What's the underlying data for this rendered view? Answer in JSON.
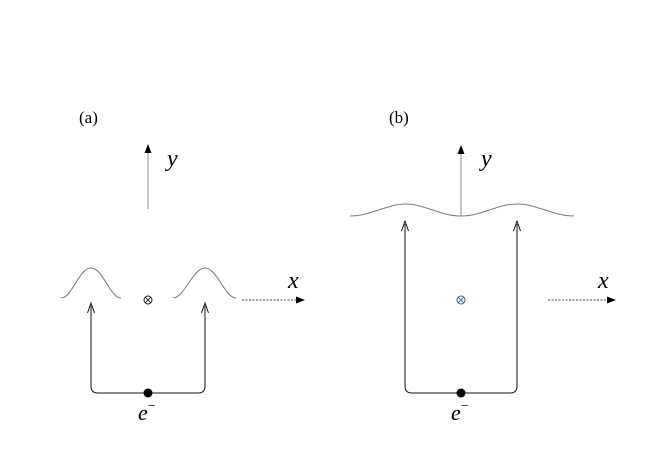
{
  "panels": {
    "a": {
      "label": "(a)",
      "y_axis": "y",
      "x_axis": "x",
      "source": "e",
      "source_charge": "−"
    },
    "b": {
      "label": "(b)",
      "y_axis": "y",
      "x_axis": "x",
      "source": "e",
      "source_charge": "−"
    }
  },
  "colors": {
    "wave": "#7a7a7a",
    "cross_b": "#3a5a9a"
  }
}
